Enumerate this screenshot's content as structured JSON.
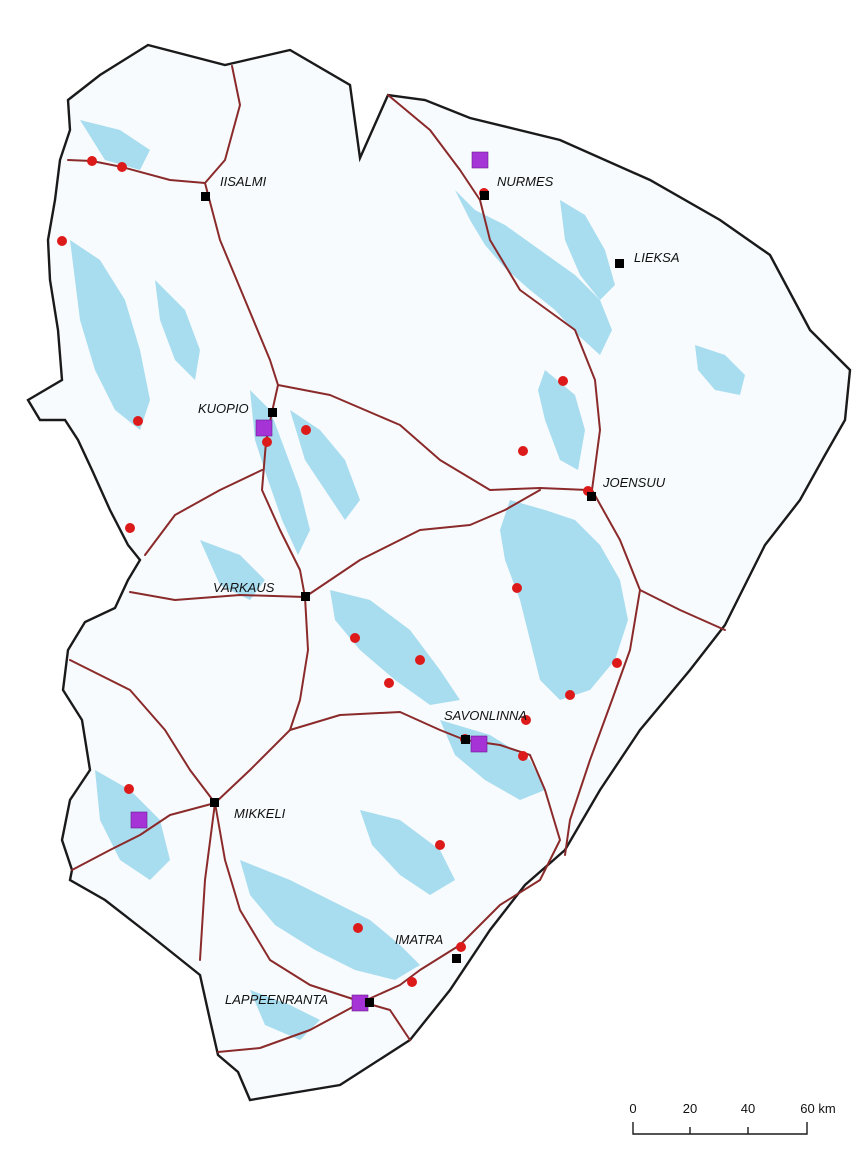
{
  "colors": {
    "land": "#f7fbfd",
    "border": "#1a1a1a",
    "water": "#a8ddf0",
    "road": "#8b2a2a",
    "red_point": "#dd1a1a",
    "purple_square": "#a633d6",
    "city_marker": "#000000"
  },
  "cities": [
    {
      "id": "iisalmi",
      "label": "IISALMI"
    },
    {
      "id": "nurmes",
      "label": "NURMES"
    },
    {
      "id": "lieksa",
      "label": "LIEKSA"
    },
    {
      "id": "kuopio",
      "label": "KUOPIO"
    },
    {
      "id": "joensuu",
      "label": "JOENSUU"
    },
    {
      "id": "varkaus",
      "label": "VARKAUS"
    },
    {
      "id": "savonlinna",
      "label": "SAVONLINNA"
    },
    {
      "id": "mikkeli",
      "label": "MIKKELI"
    },
    {
      "id": "imatra",
      "label": "IMATRA"
    },
    {
      "id": "lappeenranta",
      "label": "LAPPEENRANTA"
    }
  ],
  "scale_bar": {
    "ticks": [
      "0",
      "20",
      "40",
      "60 km"
    ]
  }
}
